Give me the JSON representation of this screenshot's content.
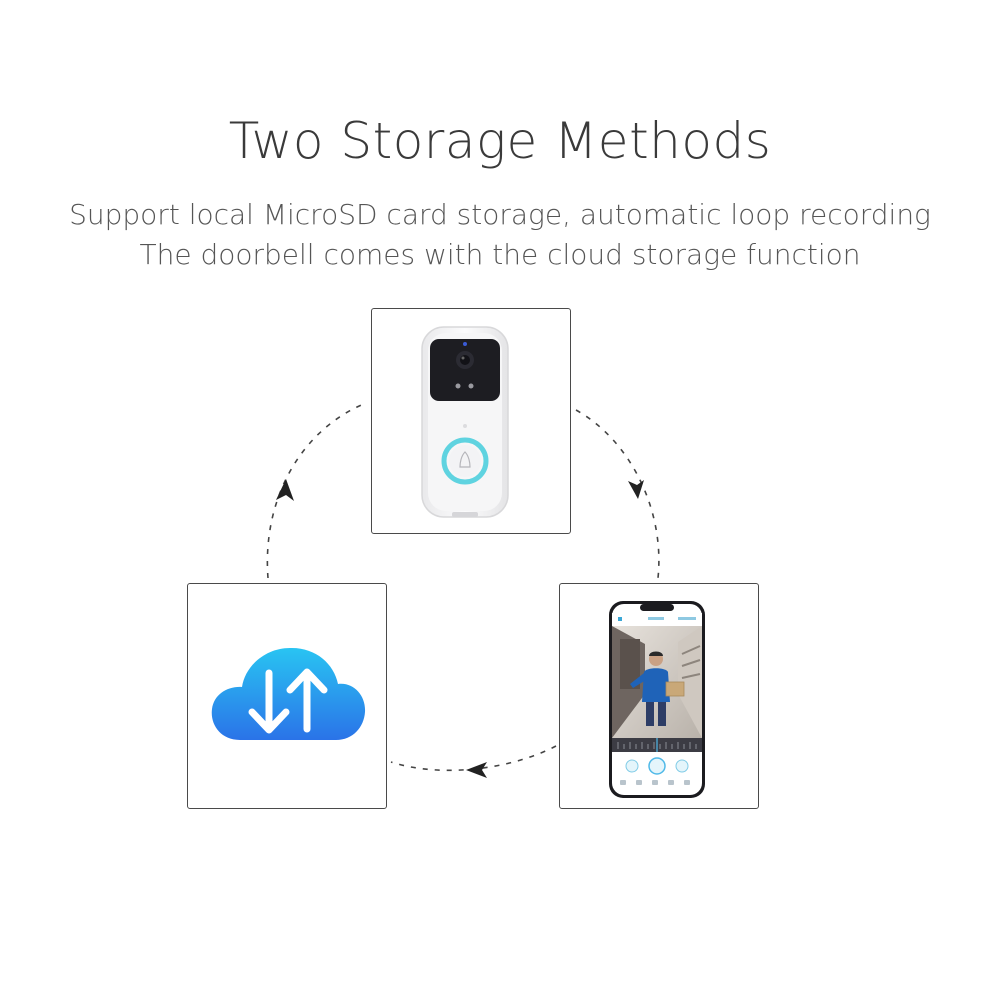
{
  "header": {
    "title": "Two Storage Methods",
    "line1": "Support local MicroSD card storage, automatic loop recording",
    "line2": "The doorbell comes with the cloud storage function"
  },
  "colors": {
    "text": "#3a3a3a",
    "cloud_top": "#29c4f2",
    "cloud_bottom": "#2a73e8",
    "ring": "#5fd3e0",
    "phone_shirt": "#1f63b8"
  },
  "icons": {
    "doorbell": "video-doorbell-icon",
    "cloud": "cloud-sync-icon",
    "phone": "smartphone-app-icon"
  }
}
